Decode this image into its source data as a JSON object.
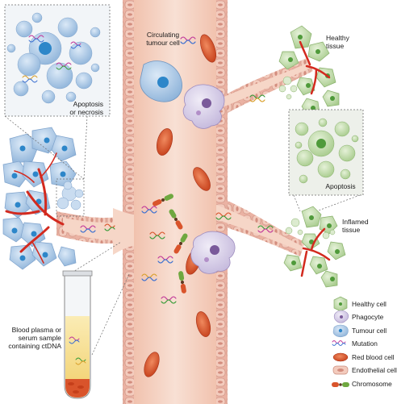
{
  "labels": {
    "circulating_tumour_cell": "Circulating\ntumour cell",
    "healthy_tissue": "Healthy\ntissue",
    "apoptosis_or_necrosis": "Apoptosis\nor necrosis",
    "apoptosis": "Apoptosis",
    "inflamed_tissue": "Inflamed\ntissue",
    "blood_sample": "Blood plasma or\nserum sample\ncontaining ctDNA"
  },
  "legend": [
    {
      "name": "healthy-cell",
      "label": "Healthy cell",
      "icon": "healthy-cell-icon"
    },
    {
      "name": "phagocyte",
      "label": "Phagocyte",
      "icon": "phagocyte-icon"
    },
    {
      "name": "tumour-cell",
      "label": "Tumour cell",
      "icon": "tumour-cell-icon"
    },
    {
      "name": "mutation",
      "label": "Mutation",
      "icon": "mutation-icon"
    },
    {
      "name": "red-blood-cell",
      "label": "Red blood cell",
      "icon": "red-blood-cell-icon"
    },
    {
      "name": "endothelial-cell",
      "label": "Endothelial cell",
      "icon": "endothelial-cell-icon"
    },
    {
      "name": "chromosome",
      "label": "Chromosome",
      "icon": "chromosome-icon"
    }
  ],
  "colors": {
    "vessel": "#f3c9b6",
    "vessel_light": "#f8dccf",
    "endothelial": "#e8a99a",
    "rbc": "#d9542b",
    "tumour": "#a9c6e6",
    "tumour_nucleus": "#2d86c9",
    "healthy": "#c3dcae",
    "healthy_nucleus": "#4f9a3a",
    "phagocyte": "#d9d0e8",
    "phagocyte_nucleus": "#7a5a9a",
    "capillary": "#d32a1f",
    "sample_liquid": "#f5dc8a"
  }
}
